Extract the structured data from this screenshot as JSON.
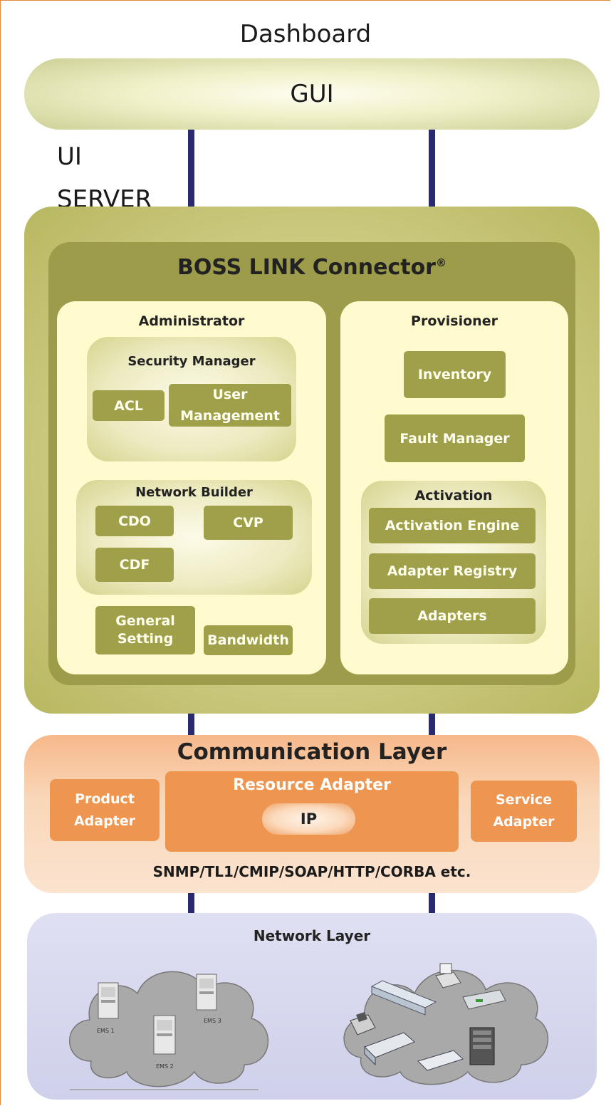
{
  "title": "Dashboard",
  "gui": "GUI",
  "ui_server": {
    "line1": "UI",
    "line2": "SERVER"
  },
  "connector": {
    "name": "BOSS LINK Connector",
    "registered_mark": "®",
    "administrator": {
      "label": "Administrator",
      "security_manager": {
        "label": "Security Manager",
        "acl": "ACL",
        "user_mgmt_line1": "User",
        "user_mgmt_line2": "Management"
      },
      "network_builder": {
        "label": "Network Builder",
        "cdo": "CDO",
        "cvp": "CVP",
        "cdf": "CDF"
      },
      "general_setting_line1": "General",
      "general_setting_line2": "Setting",
      "bandwidth": "Bandwidth"
    },
    "provisioner": {
      "label": "Provisioner",
      "inventory": "Inventory",
      "fault_manager": "Fault Manager",
      "activation": {
        "label": "Activation",
        "engine": "Activation Engine",
        "registry": "Adapter Registry",
        "adapters": "Adapters"
      }
    }
  },
  "communication": {
    "title": "Communication Layer",
    "product_adapter_line1": "Product",
    "product_adapter_line2": "Adapter",
    "resource_adapter": "Resource Adapter",
    "ip": "IP",
    "service_adapter_line1": "Service",
    "service_adapter_line2": "Adapter",
    "protocols": "SNMP/TL1/CMIP/SOAP/HTTP/CORBA etc."
  },
  "network": {
    "title": "Network Layer",
    "server_labels": [
      "EMS 1",
      "EMS 3",
      "EMS 2"
    ]
  },
  "colors": {
    "olive": "#a1a04a",
    "orange": "#ee9550",
    "connector_line": "#2a2a6e"
  }
}
